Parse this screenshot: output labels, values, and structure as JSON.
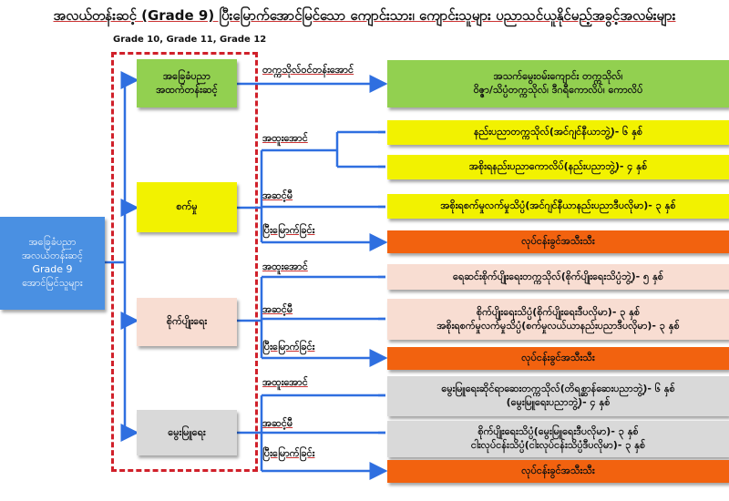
{
  "title": "အလယ်တန်းဆင့် (Grade 9) ပြီးမြောက်အောင်မြင်သော ကျောင်းသား၊ ကျောင်းသူများ ပညာသင်ယူနိုင်မည့်အခွင့်အလမ်းများ",
  "grades_label": "Grade 10, Grade 11, Grade 12",
  "source": {
    "line1": "အခြေခံပညာ",
    "line2": "အလယ်တန်းဆင့်",
    "line3": "Grade 9",
    "line4": "အောင်မြင်သူများ"
  },
  "streams": {
    "basic": {
      "line1": "အခြေခံပညာ",
      "line2": "အထက်တန်းဆင့်",
      "label": "တက္ကသိုလ်ဝင်တန်းအောင်",
      "out1": "အသက်မွေးဝမ်းကျောင်း တက္ကသိုလ်၊",
      "out2": "ဝိဇ္ဇာ/သိပ္ပံတက္ကသိုလ်၊ ဒီဂရီကောလိပ်၊ ကောလိပ်"
    },
    "industry": {
      "name": "စက်မှု",
      "distinction": "အထူးအောင်",
      "pass": "အဆင့်မီ",
      "complete": "ပြီးမြောက်ခြင်း",
      "out1": "နည်းပညာတက္ကသိုလ်(အင်ဂျင်နီယာဘွဲ့)- ၆ နှစ်",
      "out2": "အစိုးရနည်းပညာကောလိပ်(နည်းပညာဘွဲ့)- ၄ နှစ်",
      "out3": "အစိုးရစက်မှုလက်မှုသိပ္ပံ(အင်ဂျင်နီယာနည်းပညာဒီပလိုမာ)- ၃ နှစ်",
      "job": "လုပ်ငန်းခွင်အသီးသီး"
    },
    "agriculture": {
      "name": "စိုက်ပျိုးရေး",
      "distinction": "အထူးအောင်",
      "pass": "အဆင့်မီ",
      "complete": "ပြီးမြောက်ခြင်း",
      "out1": "ရေဆင်းစိုက်ပျိုးရေးတက္ကသိုလ်(စိုက်ပျိုးရေးသိပ္ပံဘွဲ့)- ၅ နှစ်",
      "out2a": "စိုက်ပျိုးရေးသိပ္ပံ(စိုက်ပျိုးရေးဒီပလိုမာ)- ၃ နှစ်",
      "out2b": "အစိုးရစက်မှုလက်မှုသိပ္ပံ(စက်မှုလယ်ယာနည်းပညာဒီပလိုမာ)- ၃ နှစ်",
      "job": "လုပ်ငန်းခွင်အသီးသီး"
    },
    "livestock": {
      "name": "မွေးမြူရေး",
      "distinction": "အထူးအောင်",
      "pass": "အဆင့်မီ",
      "complete": "ပြီးမြောက်ခြင်း",
      "out1a": "မွေးမြူရေးဆိုင်ရာဆေးတက္ကသိုလ်(တိရစ္ဆာန်ဆေးပညာဘွဲ့)- ၆ နှစ်",
      "out1b": "(မွေးမြူရေးပညာဘွဲ့)- ၄ နှစ်",
      "out2a": "စိုက်ပျိုးရေးသိပ္ပံ(မွေးမြူရေးဒီပလိုမာ)- ၃ နှစ်",
      "out2b": "ငါးလုပ်ငန်းသိပ္ပံ(ငါးလုပ်ငန်းသိပ္ပံဒီပလိုမာ)- ၃ နှစ်",
      "job": "လုပ်ငန်းခွင်အသီးသီး"
    }
  },
  "colors": {
    "arrow": "#2f6fe0",
    "dash": "#d0202a",
    "green": "#92d050",
    "yellow": "#f2f200",
    "pink": "#f8ddd2",
    "gray": "#d9d9d9",
    "orange": "#f2620f",
    "blue": "#4a90e2"
  }
}
